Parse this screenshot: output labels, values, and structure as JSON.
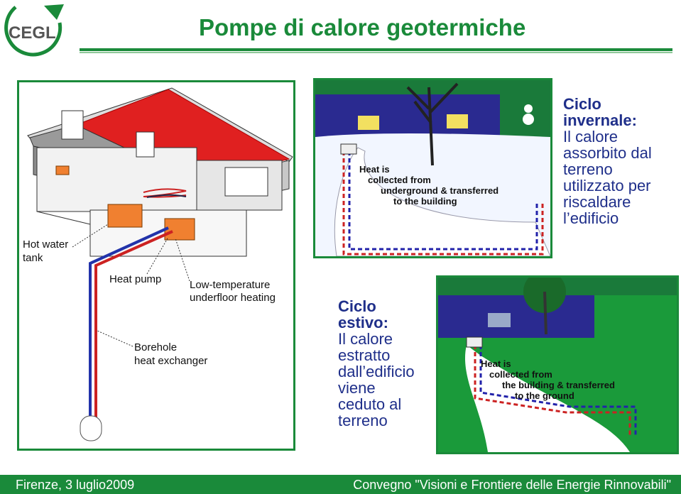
{
  "logo": {
    "text": "CEGL"
  },
  "title": "Pompe di calore geotermiche",
  "diagram": {
    "hot_water_tank": [
      "Hot water",
      "tank"
    ],
    "heat_pump": "Heat pump",
    "underfloor": [
      "Low-temperature",
      "underfloor heating"
    ],
    "borehole": [
      "Borehole",
      "heat exchanger"
    ]
  },
  "winter_image": {
    "overlay": [
      "Heat is",
      "collected from",
      "underground & transferred",
      "to the building"
    ]
  },
  "summer_image": {
    "overlay": [
      "Heat is",
      "collected from",
      "the building & transferred",
      "to the ground"
    ]
  },
  "winter_caption": {
    "head": [
      "Ciclo",
      "invernale:"
    ],
    "body": [
      "Il calore",
      "assorbito dal",
      "terreno",
      "utilizzato per",
      "riscaldare",
      "l’edificio"
    ]
  },
  "summer_caption": {
    "head": [
      "Ciclo",
      "estivo:"
    ],
    "body": [
      "Il calore",
      "estratto",
      "dall’edificio",
      "viene",
      "ceduto al",
      "terreno"
    ]
  },
  "footer": {
    "left": "Firenze, 3 luglio2009",
    "right": "Convegno \"Visioni e Frontiere delle Energie Rinnovabili\""
  },
  "colors": {
    "accent": "#1a8a3a",
    "caption": "#1f2f8a",
    "roof": "#e02020"
  }
}
